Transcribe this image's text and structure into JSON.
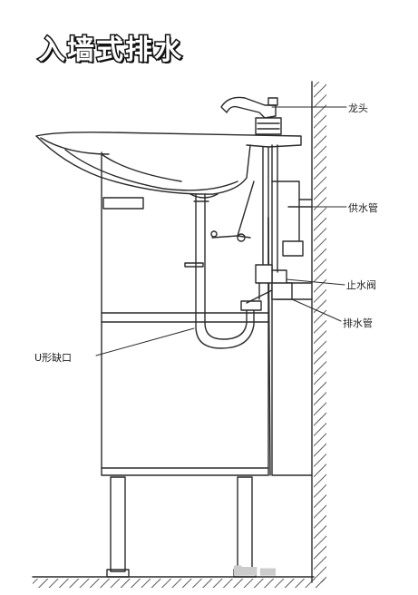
{
  "title": "入墙式排水",
  "labels": {
    "faucet": "龙头",
    "supply_pipe": "供水管",
    "stop_valve": "止水阀",
    "drain_pipe": "排水管",
    "u_trap": "U形缺口"
  },
  "watermark": "▇▆▆ ▅▅"
}
